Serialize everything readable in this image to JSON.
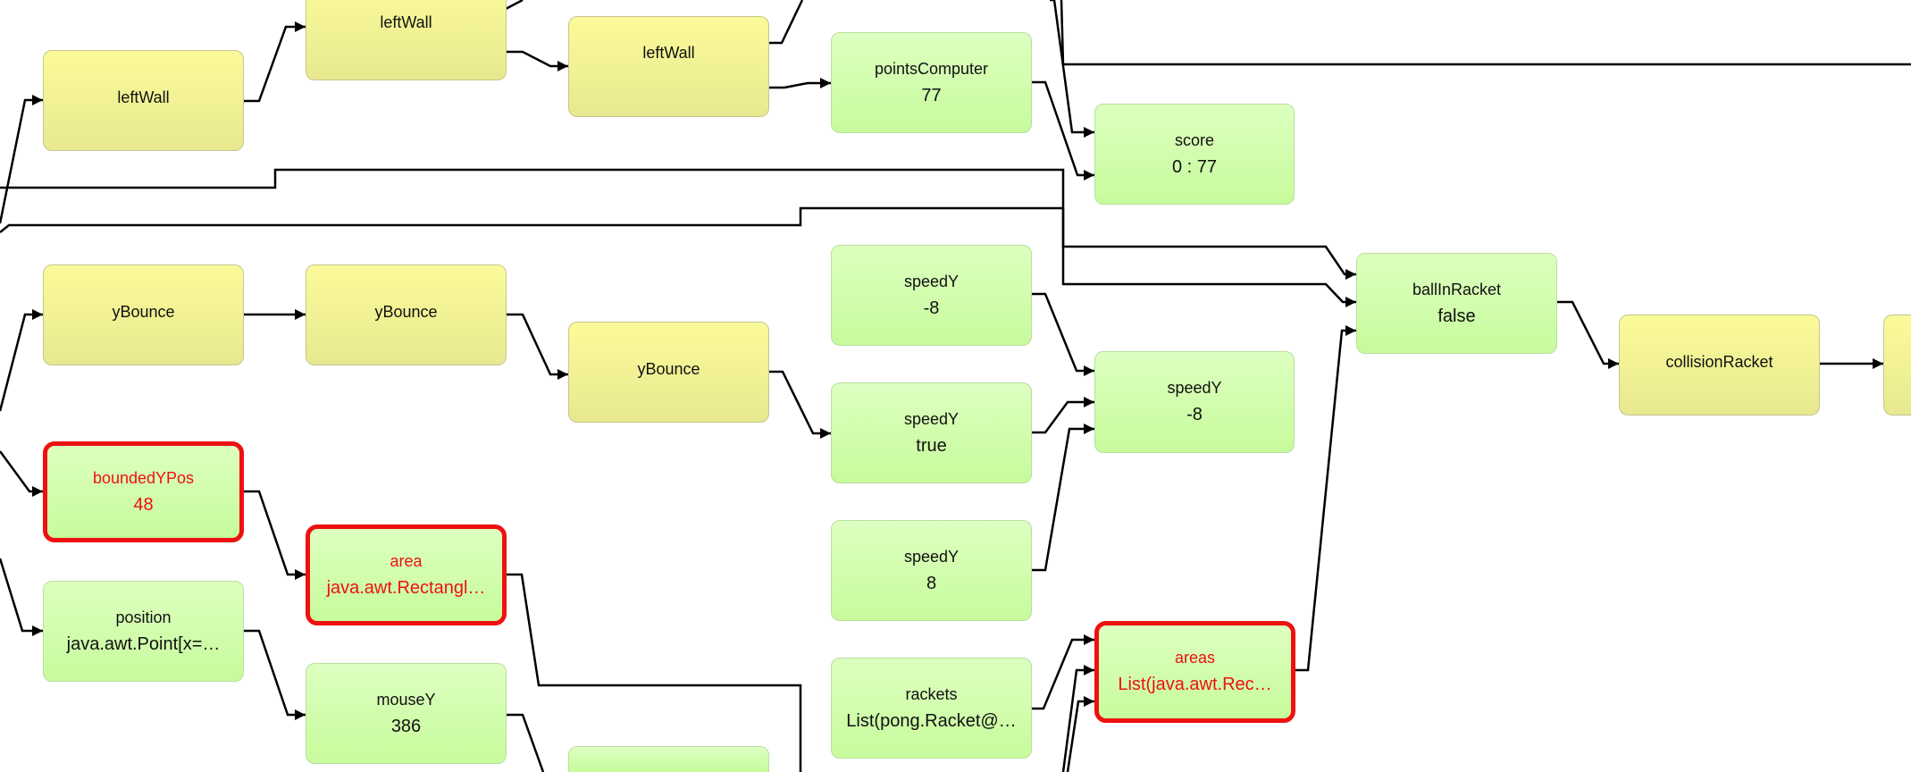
{
  "diagram": {
    "nodes": [
      {
        "id": "n1",
        "label": "leftWall",
        "value": "",
        "color": "yellow"
      },
      {
        "id": "n2",
        "label": "leftWall",
        "value": "",
        "color": "yellow"
      },
      {
        "id": "n3",
        "label": "leftWall",
        "value": "",
        "color": "yellow"
      },
      {
        "id": "n4",
        "label": "pointsComputer",
        "value": "77",
        "color": "green"
      },
      {
        "id": "n5",
        "label": "score",
        "value": "0 : 77",
        "color": "green"
      },
      {
        "id": "n6",
        "label": "yBounce",
        "value": "",
        "color": "yellow"
      },
      {
        "id": "n7",
        "label": "yBounce",
        "value": "",
        "color": "yellow"
      },
      {
        "id": "n8",
        "label": "yBounce",
        "value": "",
        "color": "yellow"
      },
      {
        "id": "n9",
        "label": "speedY",
        "value": "-8",
        "color": "green"
      },
      {
        "id": "n10",
        "label": "speedY",
        "value": "true",
        "color": "green"
      },
      {
        "id": "n11",
        "label": "speedY",
        "value": "8",
        "color": "green"
      },
      {
        "id": "n12",
        "label": "speedY",
        "value": "-8",
        "color": "green"
      },
      {
        "id": "n13",
        "label": "ballInRacket",
        "value": "false",
        "color": "green"
      },
      {
        "id": "n14",
        "label": "collisionRacket",
        "value": "",
        "color": "yellow"
      },
      {
        "id": "n15",
        "label": "boundedYPos",
        "value": "48",
        "color": "green",
        "highlight": true
      },
      {
        "id": "n16",
        "label": "area",
        "value": "java.awt.Rectangl…",
        "color": "green",
        "highlight": true
      },
      {
        "id": "n17",
        "label": "position",
        "value": "java.awt.Point[x=…",
        "color": "green"
      },
      {
        "id": "n18",
        "label": "mouseY",
        "value": "386",
        "color": "green"
      },
      {
        "id": "n19",
        "label": "rackets",
        "value": "List(pong.Racket@…",
        "color": "green"
      },
      {
        "id": "n20",
        "label": "areas",
        "value": "List(java.awt.Rec…",
        "color": "green",
        "highlight": true
      },
      {
        "id": "n21",
        "label": "",
        "value": "",
        "color": "yellow"
      },
      {
        "id": "n22",
        "label": "",
        "value": "",
        "color": "green"
      }
    ],
    "colors": {
      "edge": "#000000",
      "highlight": "#ee1111",
      "yellow_top": "#fbfb9a",
      "green_top": "#ddffc0"
    }
  }
}
